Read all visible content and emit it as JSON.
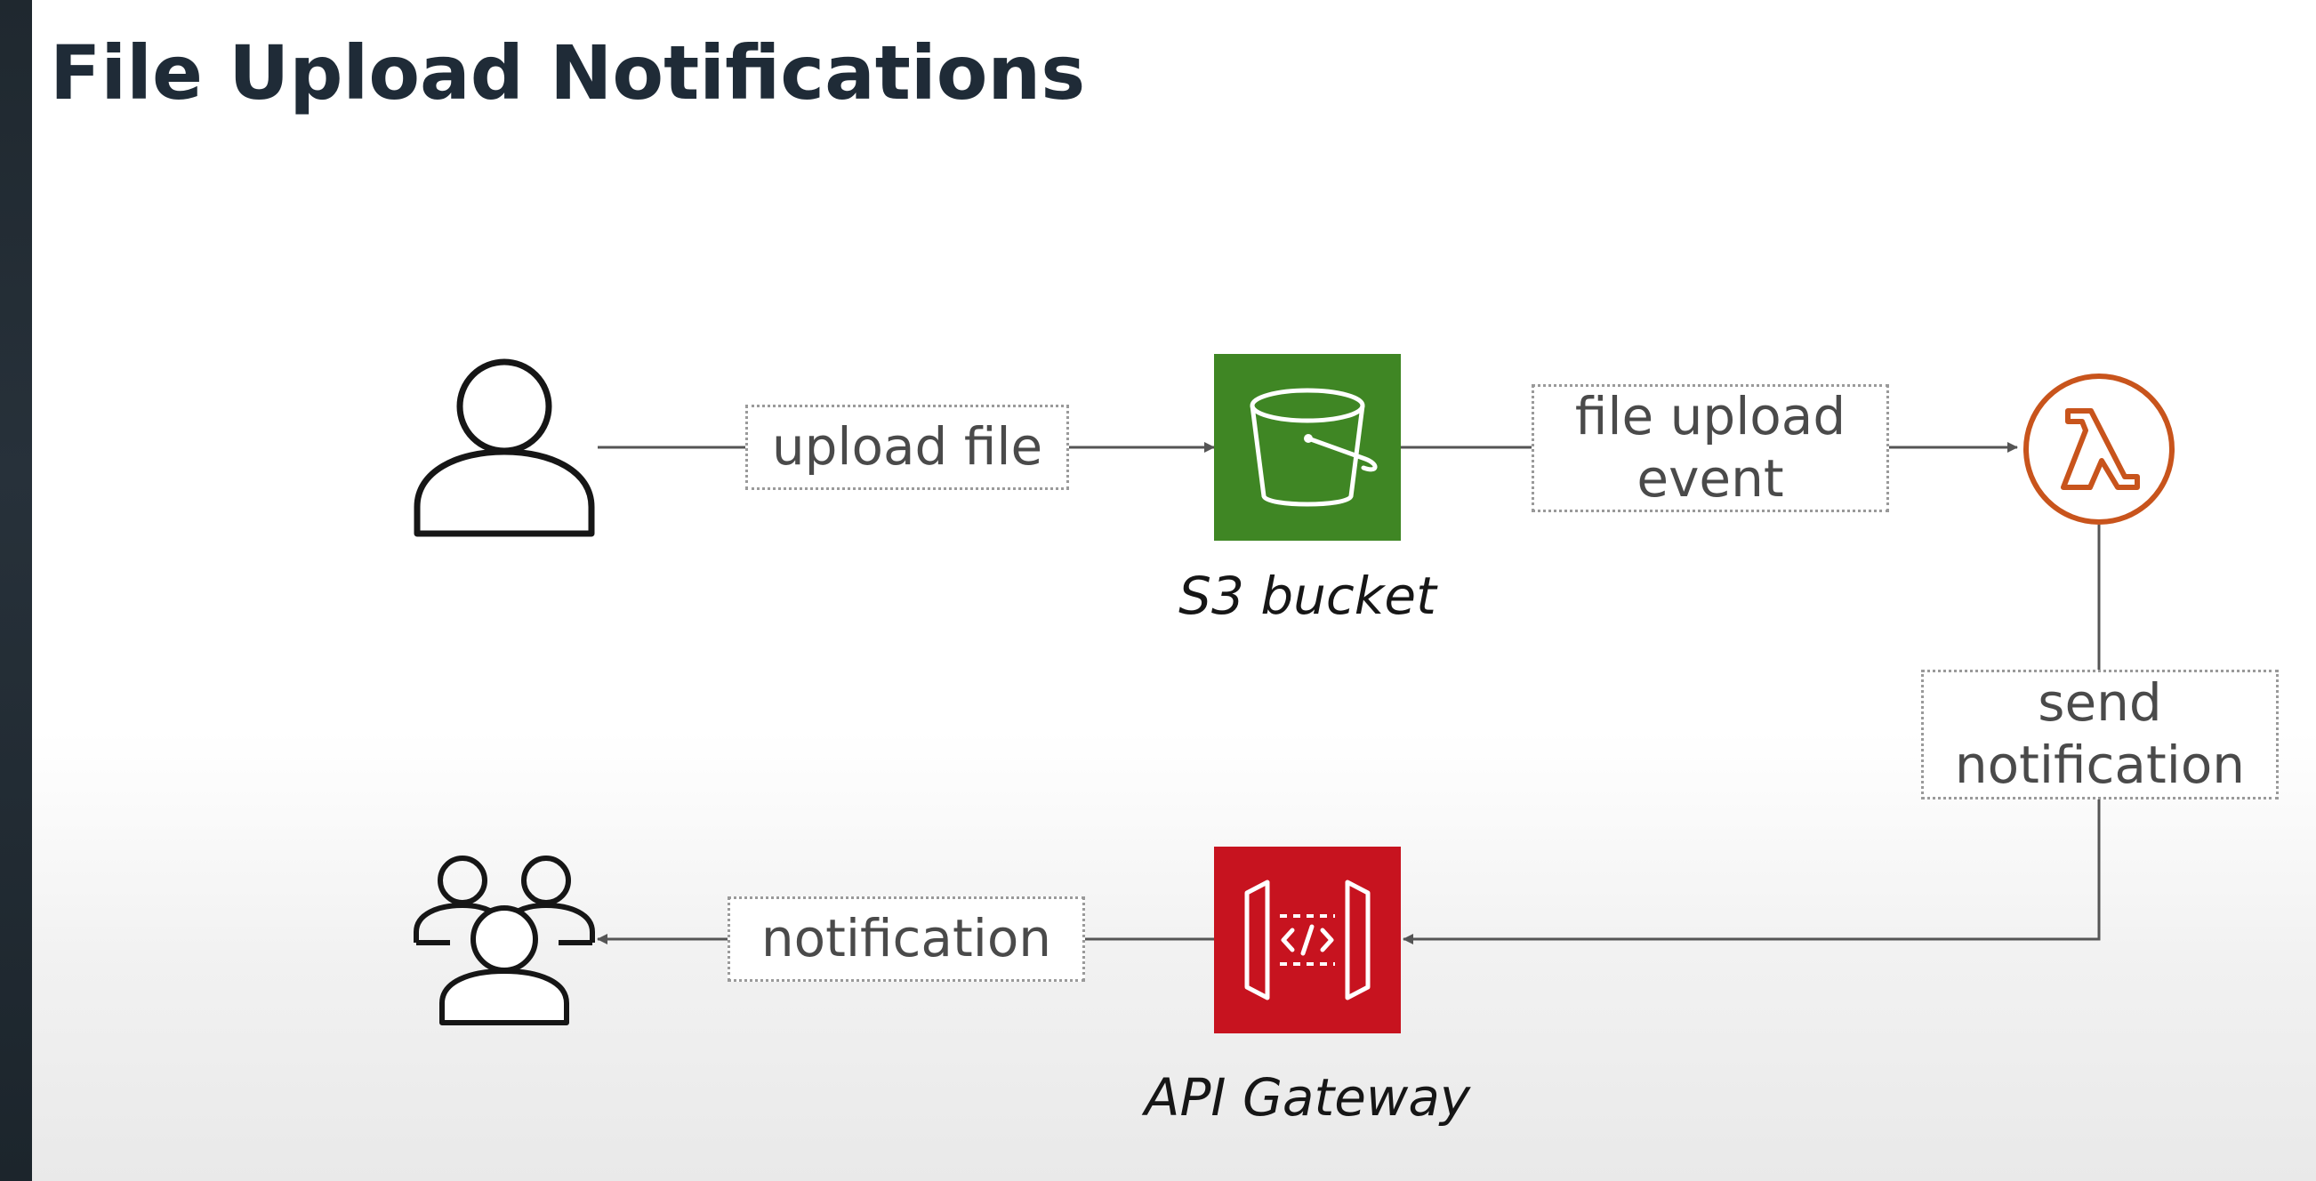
{
  "slide": {
    "title": "File Upload Notifications"
  },
  "colors": {
    "title_text": "#1f2b37",
    "side_bar": "#232c34",
    "s3_tile": "#3f8624",
    "api_gateway_tile": "#c7131f",
    "lambda_icon": "#c8541c",
    "connector": "#555555",
    "label_border": "#9a9a9a",
    "label_text": "#4a4a4a"
  },
  "nodes": {
    "uploader": {
      "icon": "user-icon"
    },
    "s3": {
      "icon": "s3-bucket-icon",
      "label": "S3 bucket"
    },
    "lambda": {
      "icon": "lambda-icon"
    },
    "api_gateway": {
      "icon": "api-gateway-icon",
      "label": "API Gateway"
    },
    "subscribers": {
      "icon": "users-group-icon"
    }
  },
  "edges": {
    "upload": {
      "label": "upload file"
    },
    "event": {
      "label": "file upload\nevent"
    },
    "send": {
      "label": "send\nnotification"
    },
    "notify": {
      "label": "notification"
    }
  }
}
